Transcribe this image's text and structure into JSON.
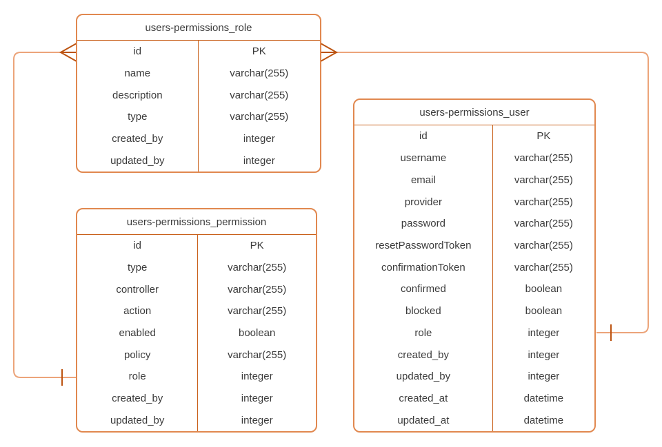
{
  "diagram": {
    "background_color": "#ffffff",
    "table_border_color": "#e1884f",
    "table_line_color": "#c9611b",
    "connector_color": "#eca47a",
    "cardinality_marker_color": "#bc5310",
    "text_color": "#3b3b3b",
    "tables": [
      {
        "title": "users-permissions_role",
        "fields": [
          {
            "name": "id",
            "type": "PK"
          },
          {
            "name": "name",
            "type": "varchar(255)"
          },
          {
            "name": "description",
            "type": "varchar(255)"
          },
          {
            "name": "type",
            "type": "varchar(255)"
          },
          {
            "name": "created_by",
            "type": "integer"
          },
          {
            "name": "updated_by",
            "type": "integer"
          }
        ]
      },
      {
        "title": "users-permissions_permission",
        "fields": [
          {
            "name": "id",
            "type": "PK"
          },
          {
            "name": "type",
            "type": "varchar(255)"
          },
          {
            "name": "controller",
            "type": "varchar(255)"
          },
          {
            "name": "action",
            "type": "varchar(255)"
          },
          {
            "name": "enabled",
            "type": "boolean"
          },
          {
            "name": "policy",
            "type": "varchar(255)"
          },
          {
            "name": "role",
            "type": "integer"
          },
          {
            "name": "created_by",
            "type": "integer"
          },
          {
            "name": "updated_by",
            "type": "integer"
          }
        ]
      },
      {
        "title": "users-permissions_user",
        "fields": [
          {
            "name": "id",
            "type": "PK"
          },
          {
            "name": "username",
            "type": "varchar(255)"
          },
          {
            "name": "email",
            "type": "varchar(255)"
          },
          {
            "name": "provider",
            "type": "varchar(255)"
          },
          {
            "name": "password",
            "type": "varchar(255)"
          },
          {
            "name": "resetPasswordToken",
            "type": "varchar(255)"
          },
          {
            "name": "confirmationToken",
            "type": "varchar(255)"
          },
          {
            "name": "confirmed",
            "type": "boolean"
          },
          {
            "name": "blocked",
            "type": "boolean"
          },
          {
            "name": "role",
            "type": "integer"
          },
          {
            "name": "created_by",
            "type": "integer"
          },
          {
            "name": "updated_by",
            "type": "integer"
          },
          {
            "name": "created_at",
            "type": "datetime"
          },
          {
            "name": "updated_at",
            "type": "datetime"
          }
        ]
      }
    ],
    "relationships": [
      {
        "from_table": "users-permissions_permission",
        "from_field": "role",
        "from_cardinality": "one",
        "to_table": "users-permissions_role",
        "to_field": "id",
        "to_cardinality": "many"
      },
      {
        "from_table": "users-permissions_user",
        "from_field": "role",
        "from_cardinality": "one",
        "to_table": "users-permissions_role",
        "to_field": "id",
        "to_cardinality": "many"
      }
    ]
  }
}
